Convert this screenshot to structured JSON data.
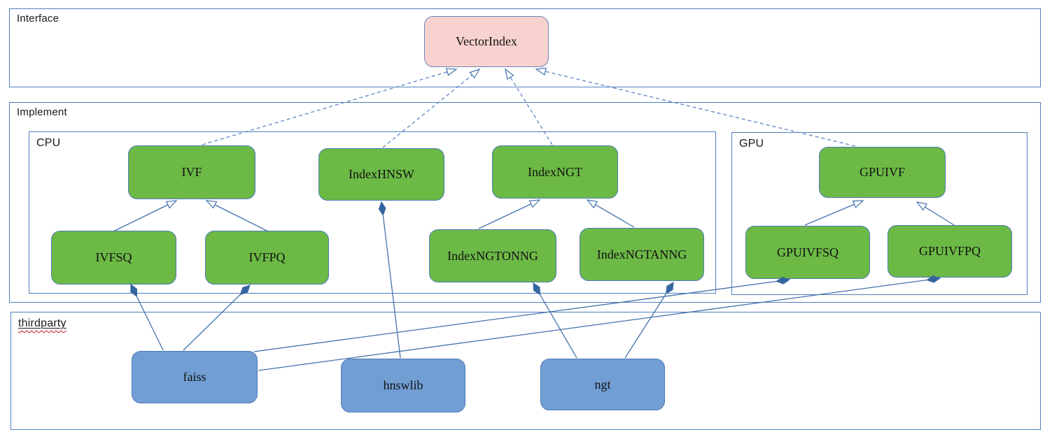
{
  "containers": {
    "interface": {
      "label": "Interface"
    },
    "implement": {
      "label": "Implement"
    },
    "cpu": {
      "label": "CPU"
    },
    "gpu": {
      "label": "GPU"
    },
    "thirdparty": {
      "label": "thirdparty"
    }
  },
  "nodes": {
    "vectorindex": {
      "label": "VectorIndex",
      "kind": "interface"
    },
    "ivf": {
      "label": "IVF",
      "kind": "implementation"
    },
    "indexhnsw": {
      "label": "IndexHNSW",
      "kind": "implementation"
    },
    "indexngt": {
      "label": "IndexNGT",
      "kind": "implementation"
    },
    "gpuivf": {
      "label": "GPUIVF",
      "kind": "implementation"
    },
    "ivfsq": {
      "label": "IVFSQ",
      "kind": "implementation"
    },
    "ivfpq": {
      "label": "IVFPQ",
      "kind": "implementation"
    },
    "indexngtonng": {
      "label": "IndexNGTONNG",
      "kind": "implementation"
    },
    "indexngtanng": {
      "label": "IndexNGTANNG",
      "kind": "implementation"
    },
    "gpuivfsq": {
      "label": "GPUIVFSQ",
      "kind": "implementation"
    },
    "gpuivfpq": {
      "label": "GPUIVFPQ",
      "kind": "implementation"
    },
    "faiss": {
      "label": "faiss",
      "kind": "thirdparty-lib"
    },
    "hnswlib": {
      "label": "hnswlib",
      "kind": "thirdparty-lib"
    },
    "ngt": {
      "label": "ngt",
      "kind": "thirdparty-lib"
    }
  },
  "edges": [
    {
      "from": "IVF",
      "to": "VectorIndex",
      "relation": "realization",
      "line": "dashed",
      "marker": "hollow-arrow"
    },
    {
      "from": "IndexHNSW",
      "to": "VectorIndex",
      "relation": "realization",
      "line": "dashed",
      "marker": "hollow-arrow"
    },
    {
      "from": "IndexNGT",
      "to": "VectorIndex",
      "relation": "realization",
      "line": "dashed",
      "marker": "hollow-arrow"
    },
    {
      "from": "GPUIVF",
      "to": "VectorIndex",
      "relation": "realization",
      "line": "dashed",
      "marker": "hollow-arrow"
    },
    {
      "from": "IVFSQ",
      "to": "IVF",
      "relation": "generalization",
      "line": "solid",
      "marker": "hollow-arrow"
    },
    {
      "from": "IVFPQ",
      "to": "IVF",
      "relation": "generalization",
      "line": "solid",
      "marker": "hollow-arrow"
    },
    {
      "from": "IndexNGTONNG",
      "to": "IndexNGT",
      "relation": "generalization",
      "line": "solid",
      "marker": "hollow-arrow"
    },
    {
      "from": "IndexNGTANNG",
      "to": "IndexNGT",
      "relation": "generalization",
      "line": "solid",
      "marker": "hollow-arrow"
    },
    {
      "from": "GPUIVFSQ",
      "to": "GPUIVF",
      "relation": "generalization",
      "line": "solid",
      "marker": "hollow-arrow"
    },
    {
      "from": "GPUIVFPQ",
      "to": "GPUIVF",
      "relation": "generalization",
      "line": "solid",
      "marker": "hollow-arrow"
    },
    {
      "from": "faiss",
      "to": "IVFSQ",
      "relation": "composition",
      "line": "solid",
      "marker": "filled-diamond"
    },
    {
      "from": "faiss",
      "to": "IVFPQ",
      "relation": "composition",
      "line": "solid",
      "marker": "filled-diamond"
    },
    {
      "from": "faiss",
      "to": "GPUIVFSQ",
      "relation": "composition",
      "line": "solid",
      "marker": "filled-diamond"
    },
    {
      "from": "faiss",
      "to": "GPUIVFPQ",
      "relation": "composition",
      "line": "solid",
      "marker": "filled-diamond"
    },
    {
      "from": "hnswlib",
      "to": "IndexHNSW",
      "relation": "composition",
      "line": "solid",
      "marker": "filled-diamond"
    },
    {
      "from": "ngt",
      "to": "IndexNGTONNG",
      "relation": "composition",
      "line": "solid",
      "marker": "filled-diamond"
    },
    {
      "from": "ngt",
      "to": "IndexNGTANNG",
      "relation": "composition",
      "line": "solid",
      "marker": "filled-diamond"
    }
  ],
  "colors": {
    "node_green": "#6cb946",
    "node_blue": "#719ed3",
    "node_pink": "#f8d2ce",
    "edge_solid": "#4472ad",
    "edge_dashed": "#5b82c4",
    "container_border": "#4f7fbe",
    "diamond_fill": "#35659f",
    "spellcheck_wave": "#cc1111"
  }
}
